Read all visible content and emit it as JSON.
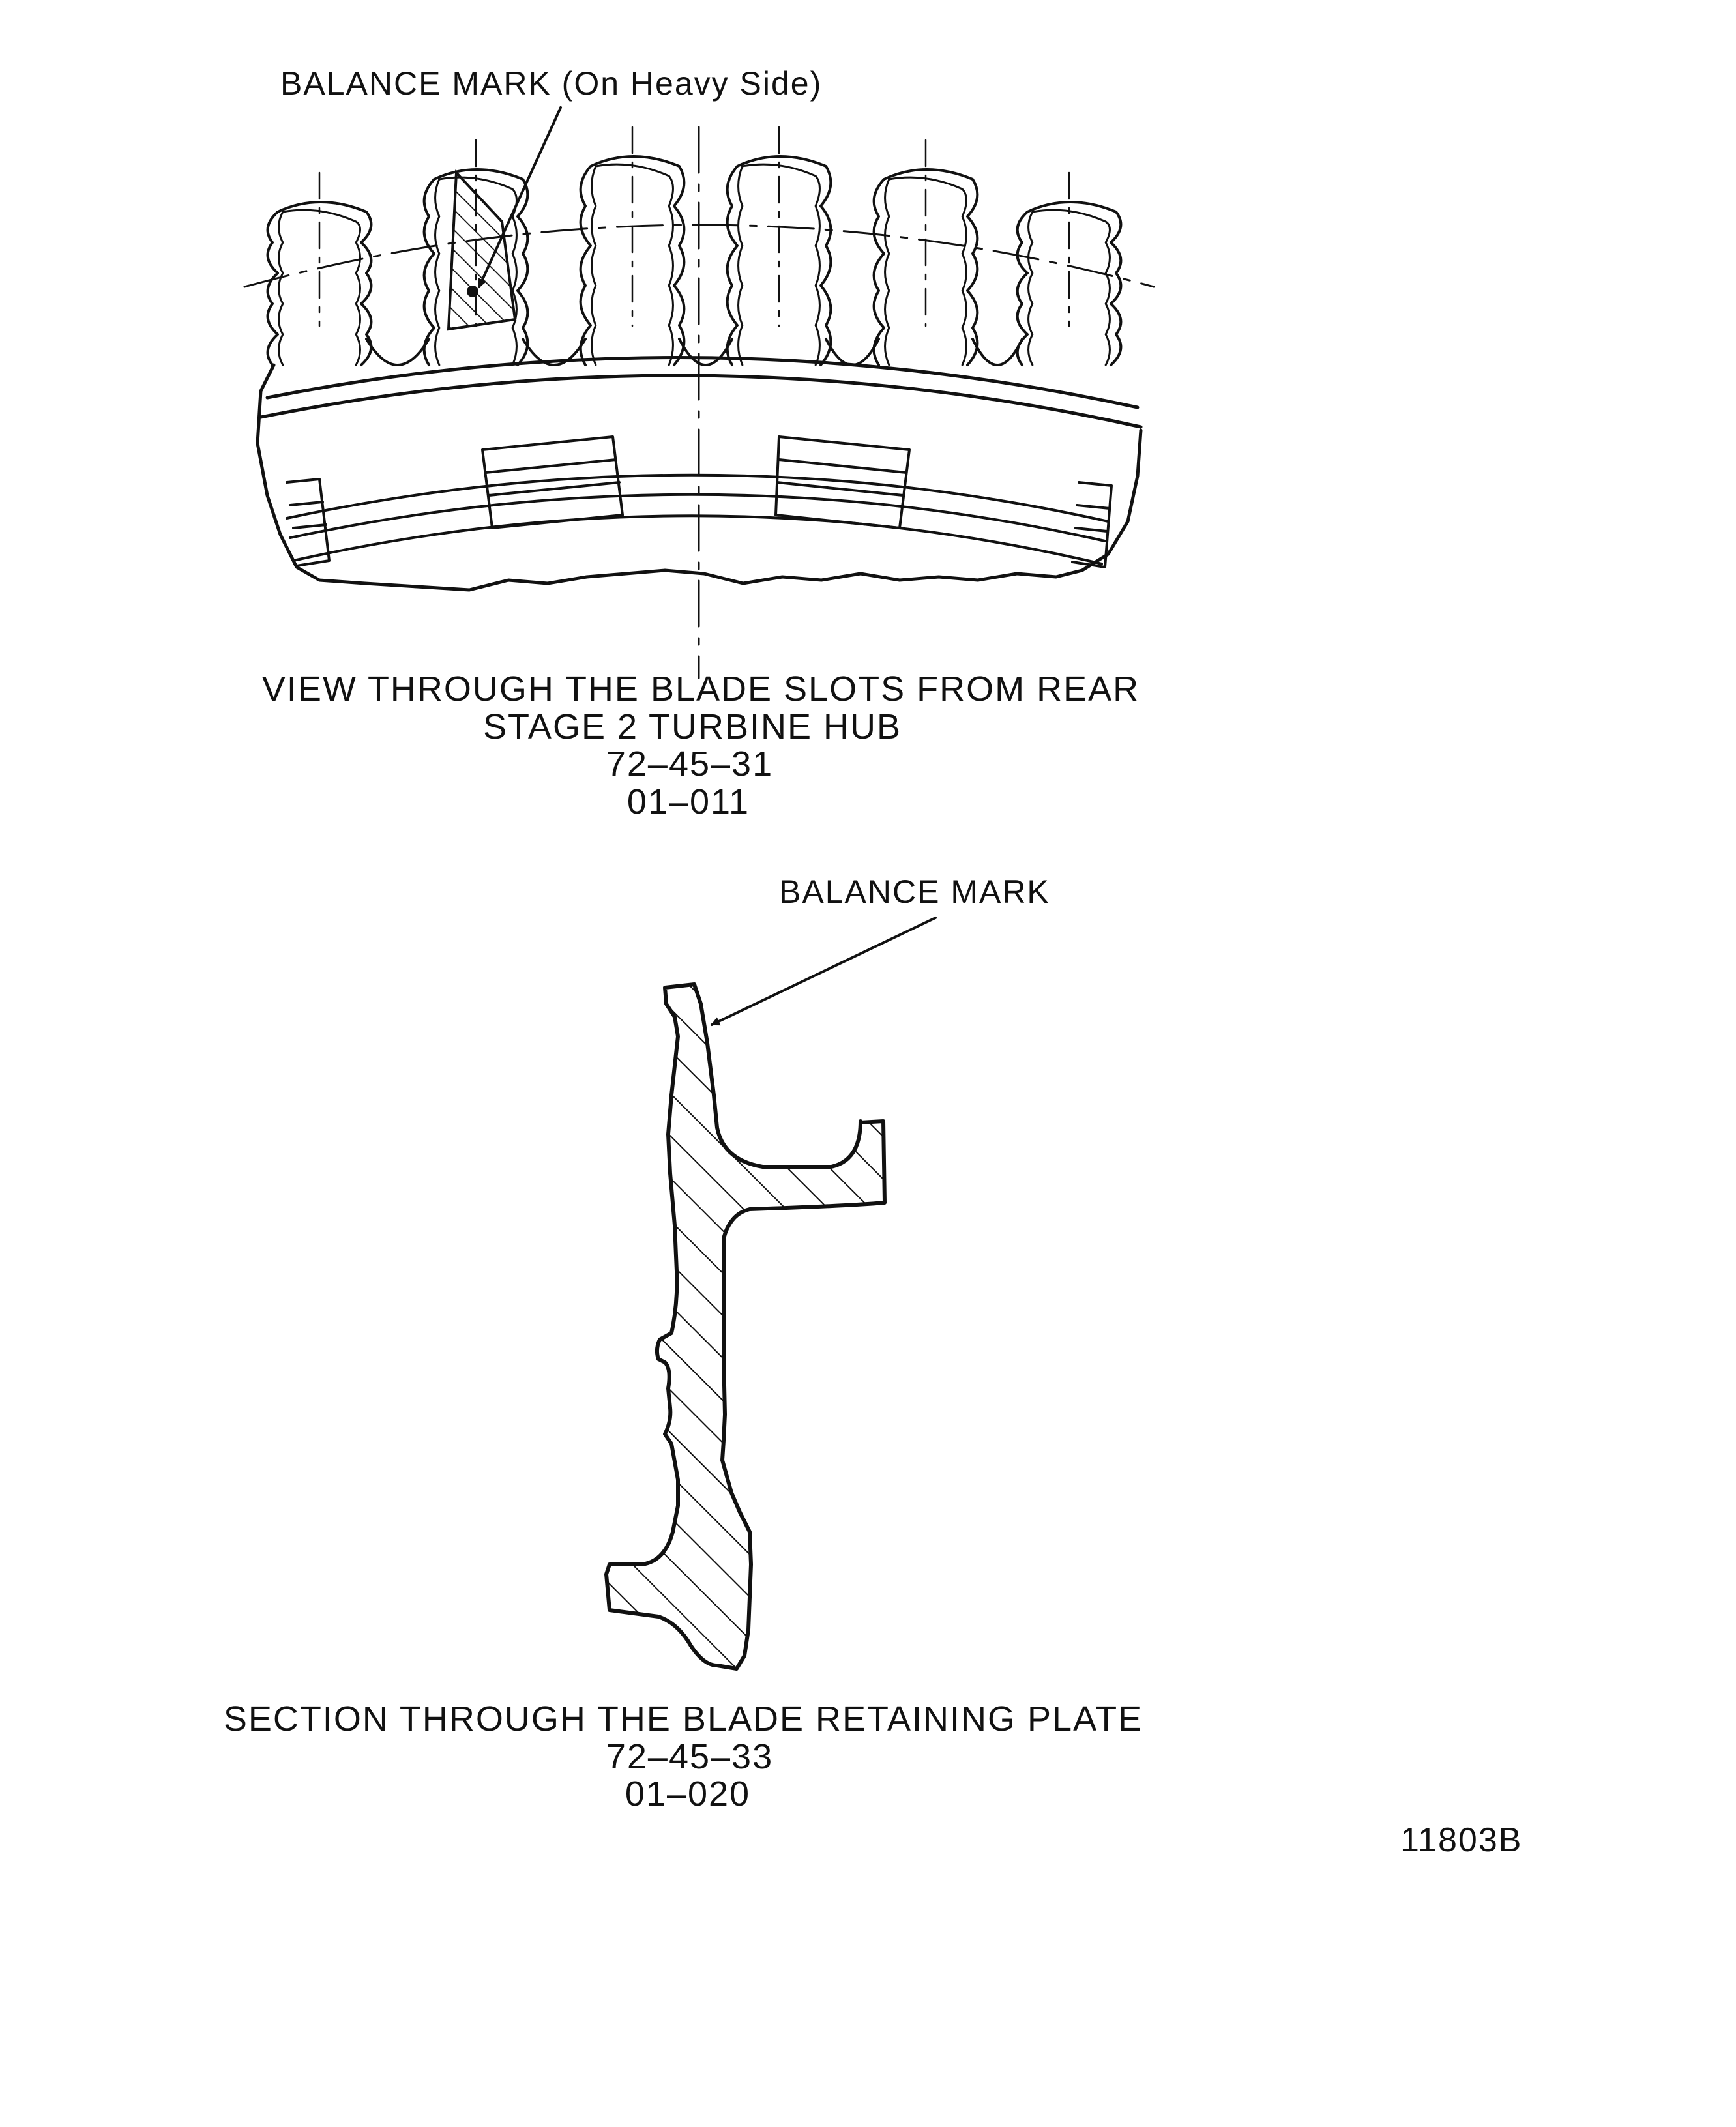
{
  "callouts": {
    "top_balance_mark": "BALANCE MARK (On Heavy Side)",
    "bottom_balance_mark": "BALANCE MARK"
  },
  "captions": {
    "hub_line1": "VIEW THROUGH THE BLADE SLOTS FROM REAR",
    "hub_line2": "STAGE 2 TURBINE HUB",
    "hub_line3": "72–45–31",
    "hub_line4": "01–011",
    "plate_line1": "SECTION THROUGH THE BLADE RETAINING PLATE",
    "plate_line2": "72–45–33",
    "plate_line3": "01–020"
  },
  "figure_number": "11803B",
  "colors": {
    "ink": "#111111",
    "paper": "#ffffff"
  }
}
